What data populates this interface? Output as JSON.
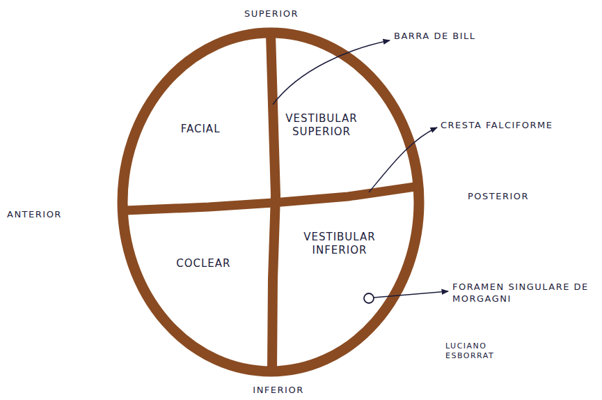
{
  "diagram": {
    "nodes": [
      {
        "text": [
          "FACIAL"
        ]
      },
      {
        "text": [
          "VESTIBULAR SUPERIOR"
        ]
      },
      {
        "text": [
          "COCLEAR"
        ]
      },
      {
        "text": [
          "VESTIBULAR INFERIOR"
        ]
      }
    ],
    "labels": [
      "SUPERIOR",
      "ANTERIOR",
      "POSTERIOR",
      "INFERIOR",
      "BARRA DE BILL",
      "CRESTA FALCIFORME",
      "FORAMEN SINGULARE DE MORGAGNI",
      "LUCIANO ESBORRAT"
    ]
  }
}
